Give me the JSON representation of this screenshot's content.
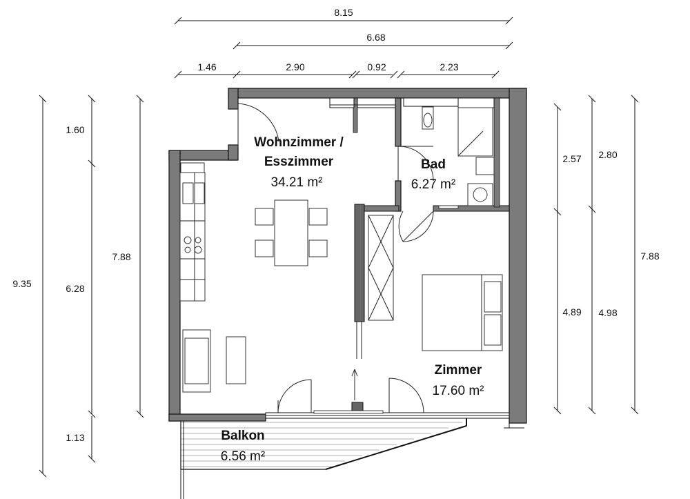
{
  "dimensions": {
    "top": [
      "8.15",
      "6.68",
      "1.46",
      "2.90",
      "0.92",
      "2.23"
    ],
    "left": [
      "9.35",
      "1.60",
      "6.28",
      "1.13",
      "7.88"
    ],
    "right": [
      "2.57",
      "4.89",
      "2.80",
      "4.98",
      "7.88"
    ]
  },
  "rooms": {
    "wohnzimmer": {
      "name_line1": "Wohnzimmer /",
      "name_line2": "Esszimmer",
      "area": "34.21 m²"
    },
    "bad": {
      "name": "Bad",
      "area": "6.27 m²"
    },
    "zimmer": {
      "name": "Zimmer",
      "area": "17.60 m²"
    },
    "balkon": {
      "name": "Balkon",
      "area": "6.56 m²"
    }
  },
  "colors": {
    "wall": "#7b7b7b",
    "line": "#111111"
  }
}
